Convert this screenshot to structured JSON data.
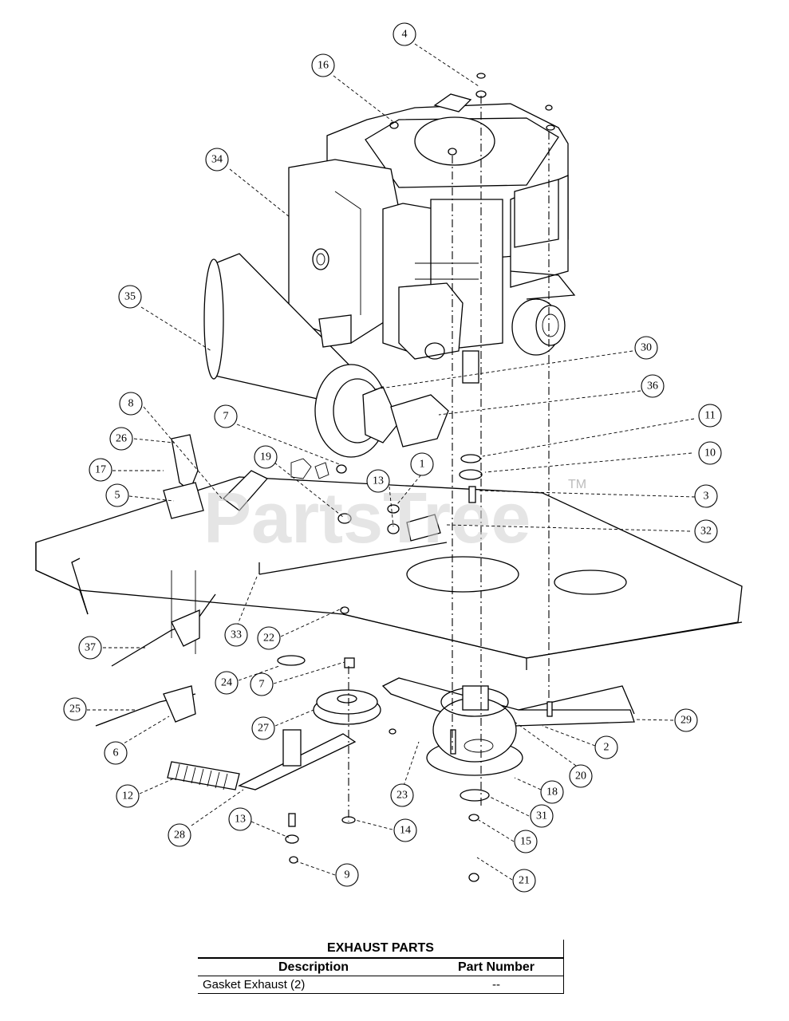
{
  "watermark": {
    "text": "PartsTree",
    "trademark": "TM"
  },
  "callouts": [
    {
      "label": "4"
    },
    {
      "label": "16"
    },
    {
      "label": "34"
    },
    {
      "label": "35"
    },
    {
      "label": "30"
    },
    {
      "label": "36"
    },
    {
      "label": "11"
    },
    {
      "label": "10"
    },
    {
      "label": "3"
    },
    {
      "label": "32"
    },
    {
      "label": "8"
    },
    {
      "label": "7"
    },
    {
      "label": "26"
    },
    {
      "label": "19"
    },
    {
      "label": "1"
    },
    {
      "label": "17"
    },
    {
      "label": "13"
    },
    {
      "label": "5"
    },
    {
      "label": "33"
    },
    {
      "label": "22"
    },
    {
      "label": "37"
    },
    {
      "label": "24"
    },
    {
      "label": "7"
    },
    {
      "label": "29"
    },
    {
      "label": "25"
    },
    {
      "label": "27"
    },
    {
      "label": "2"
    },
    {
      "label": "6"
    },
    {
      "label": "20"
    },
    {
      "label": "23"
    },
    {
      "label": "18"
    },
    {
      "label": "12"
    },
    {
      "label": "31"
    },
    {
      "label": "28"
    },
    {
      "label": "13"
    },
    {
      "label": "14"
    },
    {
      "label": "15"
    },
    {
      "label": "9"
    },
    {
      "label": "21"
    }
  ],
  "exhaust_table": {
    "title": "EXHAUST PARTS",
    "headers": {
      "description": "Description",
      "part_number": "Part Number"
    },
    "rows": [
      {
        "description": "Gasket Exhaust (2)",
        "part_number": "--"
      }
    ]
  }
}
